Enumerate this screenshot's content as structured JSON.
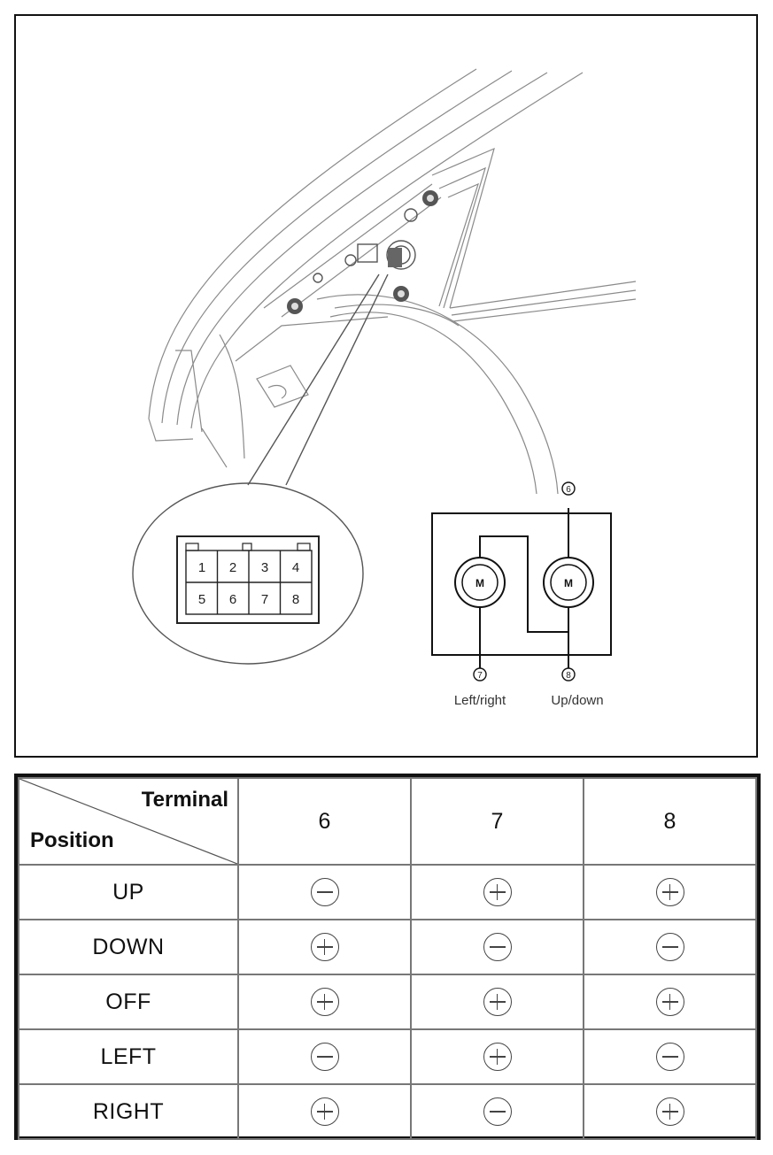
{
  "connector": {
    "pins_top": [
      "1",
      "2",
      "3",
      "4"
    ],
    "pins_bottom": [
      "5",
      "6",
      "7",
      "8"
    ]
  },
  "circuit": {
    "terminal_top": "6",
    "terminal_left": "7",
    "terminal_right": "8",
    "motor_left_label": "M",
    "motor_right_label": "M",
    "caption_left": "Left/right",
    "caption_right": "Up/down"
  },
  "table": {
    "corner_terminal": "Terminal",
    "corner_position": "Position",
    "terminals": [
      "6",
      "7",
      "8"
    ],
    "rows": [
      {
        "position": "UP",
        "values": [
          "−",
          "+",
          "+"
        ]
      },
      {
        "position": "DOWN",
        "values": [
          "+",
          "−",
          "−"
        ]
      },
      {
        "position": "OFF",
        "values": [
          "+",
          "+",
          "+"
        ]
      },
      {
        "position": "LEFT",
        "values": [
          "−",
          "+",
          "−"
        ]
      },
      {
        "position": "RIGHT",
        "values": [
          "+",
          "−",
          "+"
        ]
      }
    ]
  },
  "icons": {
    "plus": "circled-plus-icon",
    "minus": "circled-minus-icon"
  }
}
